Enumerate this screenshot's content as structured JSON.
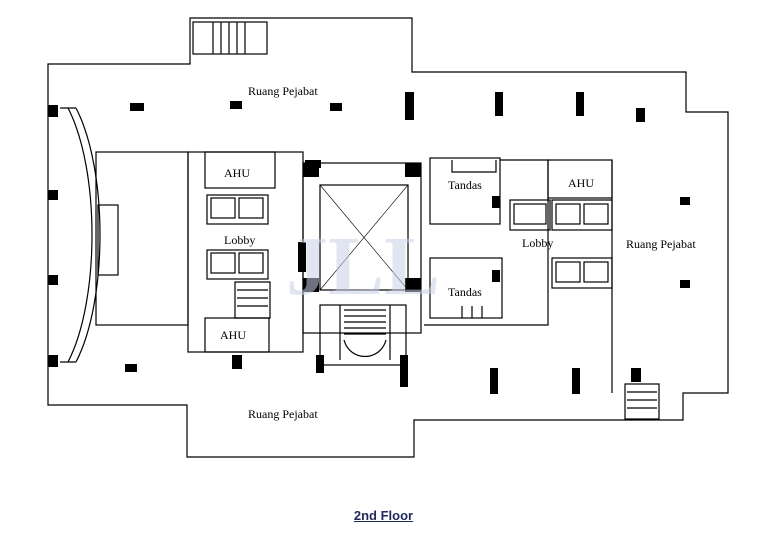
{
  "labels": {
    "office_top": "Ruang Pejabat",
    "office_bottom": "Ruang Pejabat",
    "office_right": "Ruang Pejabat",
    "ahu_top_left": "AHU",
    "ahu_bottom_left": "AHU",
    "ahu_right": "AHU",
    "lobby_left": "Lobby",
    "lobby_right": "Lobby",
    "toilet_top": "Tandas",
    "toilet_bottom": "Tandas"
  },
  "watermark": "JLL",
  "caption": "2nd Floor",
  "colors": {
    "line": "#000000",
    "watermark": "#c7d0e6",
    "caption": "#1f2b5c"
  }
}
